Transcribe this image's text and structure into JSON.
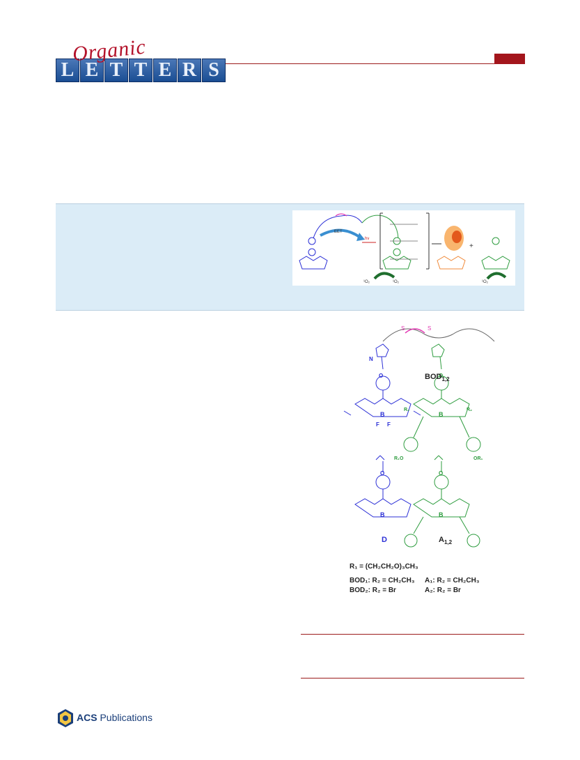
{
  "journal": {
    "cursive": "Organic",
    "letters": [
      "L",
      "E",
      "T",
      "T",
      "E",
      "R",
      "S"
    ]
  },
  "toc": {
    "eet_label": "EET",
    "hv_label": "hν",
    "singlet_oxygen_left": "¹O₂",
    "singlet_oxygen_right": "¹O₂",
    "plus": "+"
  },
  "structures": {
    "label_bod": "BOD",
    "label_bod_sub": "1,2",
    "label_d": "D",
    "label_a": "A",
    "label_a_sub": "1,2",
    "label_s": "S",
    "label_r2": "R₂",
    "label_r1o": "R₁O",
    "label_or1": "OR₁",
    "label_n": "N",
    "label_b": "B",
    "label_f": "F",
    "label_o": "O",
    "r1_def": "R₁ = (CH₂CH₂O)₃CH₃",
    "bod1_def": "BOD₁: R₂ = CH₂CH₃",
    "a1_def": "A₁: R₂ = CH₂CH₃",
    "bod2_def": "BOD₂: R₂ = Br",
    "a2_def": "A₂: R₂ = Br"
  },
  "footer": {
    "brand": "ACS",
    "publications": "Publications"
  },
  "colors": {
    "donor_blue": "#2b2fd6",
    "acceptor_green": "#2e9c3f",
    "linker_pink": "#e23ab3",
    "masthead_red": "#a3151c"
  }
}
